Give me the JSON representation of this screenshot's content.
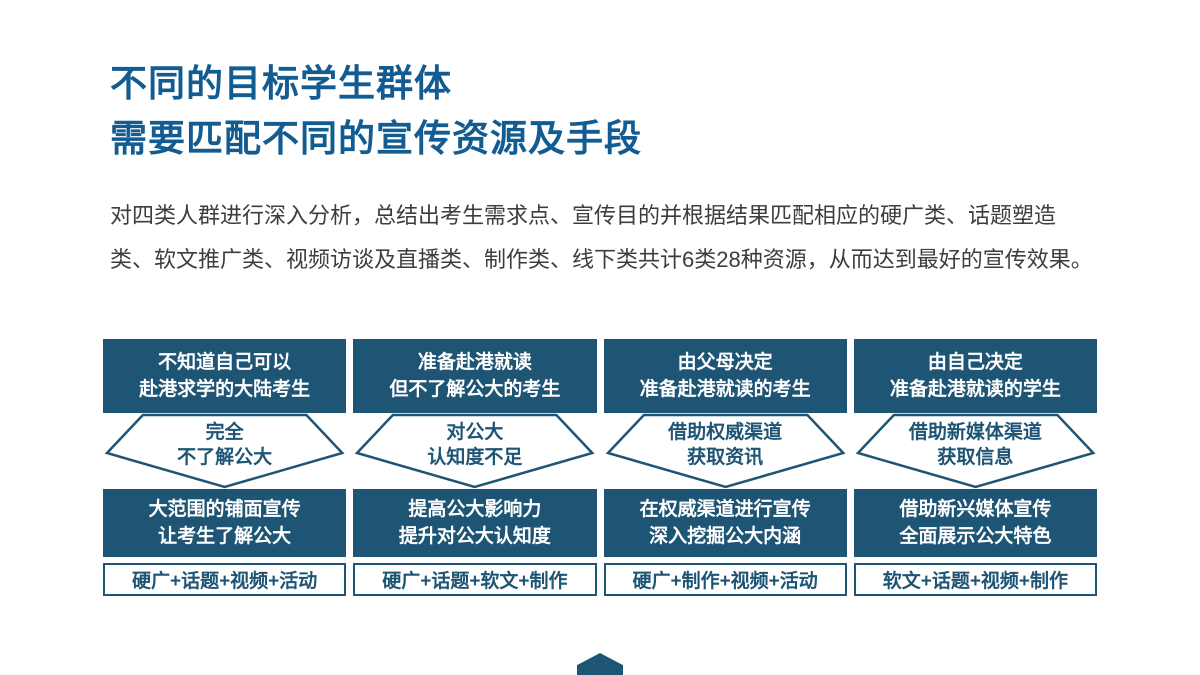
{
  "slide": {
    "title_line1": "不同的目标学生群体",
    "title_line2": "需要匹配不同的宣传资源及手段",
    "paragraph": "对四类人群进行深入分析，总结出考生需求点、宣传目的并根据结果匹配相应的硬广类、话题塑造类、软文推广类、视频访谈及直播类、制作类、线下类共计6类28种资源，从而达到最好的宣传效果。"
  },
  "colors": {
    "title": "#135C92",
    "primary": "#1E5474",
    "body": "#3D3D3D"
  },
  "columns": [
    {
      "group_line1": "不知道自己可以",
      "group_line2": "赴港求学的大陆考生",
      "need_line1": "完全",
      "need_line2": "不了解公大",
      "goal_line1": "大范围的铺面宣传",
      "goal_line2": "让考生了解公大",
      "resources": "硬广+话题+视频+活动"
    },
    {
      "group_line1": "准备赴港就读",
      "group_line2": "但不了解公大的考生",
      "need_line1": "对公大",
      "need_line2": "认知度不足",
      "goal_line1": "提高公大影响力",
      "goal_line2": "提升对公大认知度",
      "resources": "硬广+话题+软文+制作"
    },
    {
      "group_line1": "由父母决定",
      "group_line2": "准备赴港就读的考生",
      "need_line1": "借助权威渠道",
      "need_line2": "获取资讯",
      "goal_line1": "在权威渠道进行宣传",
      "goal_line2": "深入挖掘公大内涵",
      "resources": "硬广+制作+视频+活动"
    },
    {
      "group_line1": "由自己决定",
      "group_line2": "准备赴港就读的学生",
      "need_line1": "借助新媒体渠道",
      "need_line2": "获取信息",
      "goal_line1": "借助新兴媒体宣传",
      "goal_line2": "全面展示公大特色",
      "resources": "软文+话题+视频+制作"
    }
  ]
}
